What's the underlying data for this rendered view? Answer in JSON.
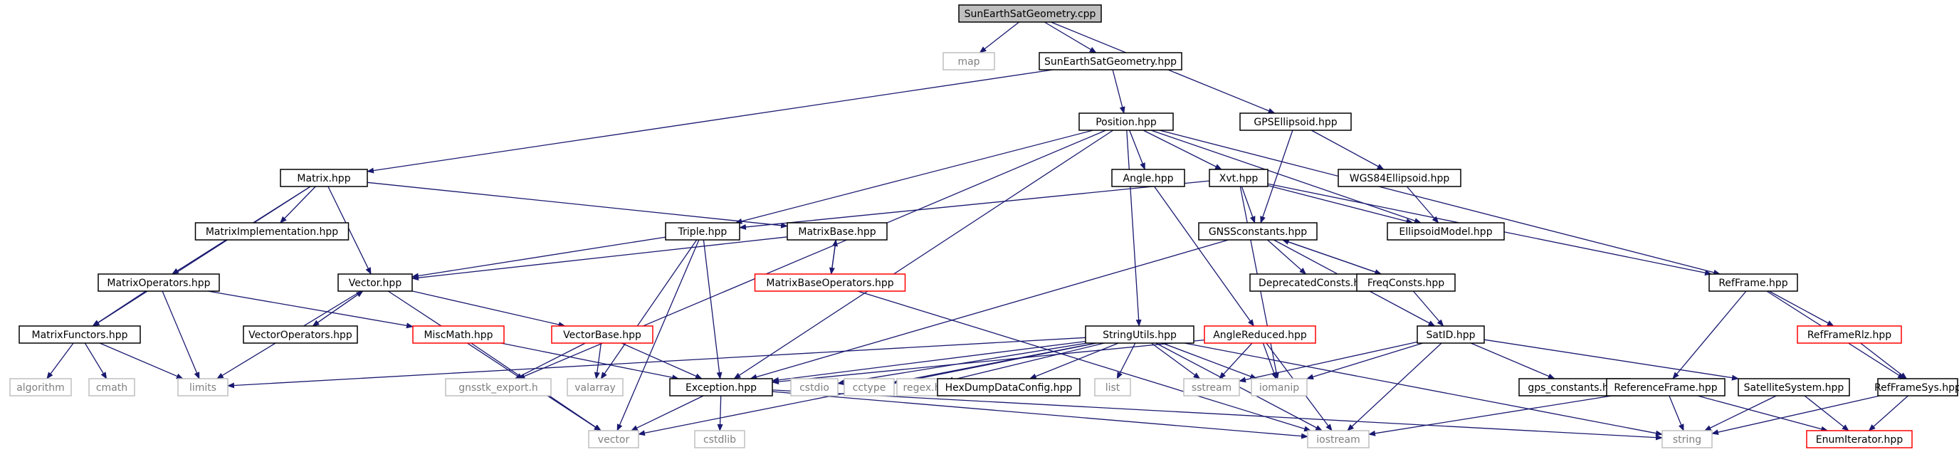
{
  "colors": {
    "edge": "#191970",
    "root_fill": "#bfbfbf",
    "normal_border": "#000000",
    "red_border": "#ff0000",
    "system_border": "#bfbfbf",
    "system_text": "#7f7f7f",
    "text": "#000000"
  },
  "nodes": [
    {
      "id": "root",
      "label": "SunEarthSatGeometry.cpp",
      "style": "root"
    },
    {
      "id": "map",
      "label": "map",
      "style": "system"
    },
    {
      "id": "sesg_hpp",
      "label": "SunEarthSatGeometry.hpp",
      "style": "normal"
    },
    {
      "id": "gpsell",
      "label": "GPSEllipsoid.hpp",
      "style": "normal"
    },
    {
      "id": "position",
      "label": "Position.hpp",
      "style": "normal"
    },
    {
      "id": "matrix",
      "label": "Matrix.hpp",
      "style": "normal"
    },
    {
      "id": "angle",
      "label": "Angle.hpp",
      "style": "normal"
    },
    {
      "id": "xvt",
      "label": "Xvt.hpp",
      "style": "normal"
    },
    {
      "id": "wgs84",
      "label": "WGS84Ellipsoid.hpp",
      "style": "normal"
    },
    {
      "id": "matimpl",
      "label": "MatrixImplementation.hpp",
      "style": "normal"
    },
    {
      "id": "triple",
      "label": "Triple.hpp",
      "style": "normal"
    },
    {
      "id": "matbase",
      "label": "MatrixBase.hpp",
      "style": "normal"
    },
    {
      "id": "gnssconst",
      "label": "GNSSconstants.hpp",
      "style": "normal"
    },
    {
      "id": "ellmodel",
      "label": "EllipsoidModel.hpp",
      "style": "normal"
    },
    {
      "id": "matops",
      "label": "MatrixOperators.hpp",
      "style": "normal"
    },
    {
      "id": "vector",
      "label": "Vector.hpp",
      "style": "normal"
    },
    {
      "id": "matbaseops",
      "label": "MatrixBaseOperators.hpp",
      "style": "red"
    },
    {
      "id": "deprecated",
      "label": "DeprecatedConsts.hpp",
      "style": "normal"
    },
    {
      "id": "freqconsts",
      "label": "FreqConsts.hpp",
      "style": "normal"
    },
    {
      "id": "refframe",
      "label": "RefFrame.hpp",
      "style": "normal"
    },
    {
      "id": "matfunc",
      "label": "MatrixFunctors.hpp",
      "style": "normal"
    },
    {
      "id": "vecops",
      "label": "VectorOperators.hpp",
      "style": "normal"
    },
    {
      "id": "miscmath",
      "label": "MiscMath.hpp",
      "style": "red"
    },
    {
      "id": "vecbase",
      "label": "VectorBase.hpp",
      "style": "red"
    },
    {
      "id": "strutils",
      "label": "StringUtils.hpp",
      "style": "normal"
    },
    {
      "id": "anglered",
      "label": "AngleReduced.hpp",
      "style": "red"
    },
    {
      "id": "satid",
      "label": "SatID.hpp",
      "style": "normal"
    },
    {
      "id": "refframerlz",
      "label": "RefFrameRlz.hpp",
      "style": "red"
    },
    {
      "id": "algorithm",
      "label": "algorithm",
      "style": "system"
    },
    {
      "id": "cmath",
      "label": "cmath",
      "style": "system"
    },
    {
      "id": "limits",
      "label": "limits",
      "style": "system"
    },
    {
      "id": "gnsstk_export",
      "label": "gnsstk_export.h",
      "style": "system"
    },
    {
      "id": "valarray",
      "label": "valarray",
      "style": "system"
    },
    {
      "id": "exception",
      "label": "Exception.hpp",
      "style": "normal"
    },
    {
      "id": "cstdio",
      "label": "cstdio",
      "style": "system"
    },
    {
      "id": "cctype",
      "label": "cctype",
      "style": "system"
    },
    {
      "id": "regex",
      "label": "regex.h",
      "style": "system"
    },
    {
      "id": "hexdump",
      "label": "HexDumpDataConfig.hpp",
      "style": "normal"
    },
    {
      "id": "list",
      "label": "list",
      "style": "system"
    },
    {
      "id": "sstream",
      "label": "sstream",
      "style": "system"
    },
    {
      "id": "iomanip",
      "label": "iomanip",
      "style": "system"
    },
    {
      "id": "gpsconst",
      "label": "gps_constants.hpp",
      "style": "normal"
    },
    {
      "id": "satsys",
      "label": "SatelliteSystem.hpp",
      "style": "normal"
    },
    {
      "id": "refframesys",
      "label": "RefFrameSys.hpp",
      "style": "normal"
    },
    {
      "id": "referenceframe",
      "label": "ReferenceFrame.hpp",
      "style": "normal"
    },
    {
      "id": "vectorstd",
      "label": "vector",
      "style": "system"
    },
    {
      "id": "cstdlib",
      "label": "cstdlib",
      "style": "system"
    },
    {
      "id": "iostream",
      "label": "iostream",
      "style": "system"
    },
    {
      "id": "string",
      "label": "string",
      "style": "system"
    },
    {
      "id": "enumiter",
      "label": "EnumIterator.hpp",
      "style": "red"
    }
  ],
  "edges": [
    [
      "root",
      "map"
    ],
    [
      "root",
      "sesg_hpp"
    ],
    [
      "root",
      "gpsell"
    ],
    [
      "sesg_hpp",
      "position"
    ],
    [
      "sesg_hpp",
      "matrix"
    ],
    [
      "position",
      "triple"
    ],
    [
      "position",
      "angle"
    ],
    [
      "position",
      "xvt"
    ],
    [
      "position",
      "ellmodel"
    ],
    [
      "position",
      "refframe"
    ],
    [
      "position",
      "strutils"
    ],
    [
      "position",
      "exception"
    ],
    [
      "position",
      "gnsstk_export"
    ],
    [
      "gpsell",
      "wgs84"
    ],
    [
      "gpsell",
      "gnssconst"
    ],
    [
      "wgs84",
      "ellmodel"
    ],
    [
      "matrix",
      "matimpl"
    ],
    [
      "matrix",
      "matbase"
    ],
    [
      "matrix",
      "vector"
    ],
    [
      "matrix",
      "matops"
    ],
    [
      "matrix",
      "matfunc"
    ],
    [
      "angle",
      "anglered"
    ],
    [
      "xvt",
      "triple"
    ],
    [
      "xvt",
      "gnssconst"
    ],
    [
      "xvt",
      "ellmodel"
    ],
    [
      "xvt",
      "refframe"
    ],
    [
      "xvt",
      "iomanip"
    ],
    [
      "triple",
      "vector"
    ],
    [
      "triple",
      "valarray"
    ],
    [
      "triple",
      "exception"
    ],
    [
      "triple",
      "vectorstd"
    ],
    [
      "matbase",
      "vector"
    ],
    [
      "matbase",
      "matbaseops"
    ],
    [
      "matbaseops",
      "matbase"
    ],
    [
      "matbaseops",
      "iostream"
    ],
    [
      "gnssconst",
      "deprecated"
    ],
    [
      "gnssconst",
      "freqconsts"
    ],
    [
      "gnssconst",
      "satid"
    ],
    [
      "gnssconst",
      "exception"
    ],
    [
      "freqconsts",
      "gnssconst"
    ],
    [
      "freqconsts",
      "satid"
    ],
    [
      "matops",
      "matfunc"
    ],
    [
      "matops",
      "miscmath"
    ],
    [
      "matops",
      "limits"
    ],
    [
      "vector",
      "vecops"
    ],
    [
      "vecops",
      "vector"
    ],
    [
      "vector",
      "vecbase"
    ],
    [
      "vector",
      "limits"
    ],
    [
      "vector",
      "vectorstd"
    ],
    [
      "matfunc",
      "algorithm"
    ],
    [
      "matfunc",
      "cmath"
    ],
    [
      "matfunc",
      "limits"
    ],
    [
      "miscmath",
      "exception"
    ],
    [
      "miscmath",
      "vectorstd"
    ],
    [
      "vecbase",
      "gnsstk_export"
    ],
    [
      "vecbase",
      "valarray"
    ],
    [
      "vecbase",
      "exception"
    ],
    [
      "strutils",
      "exception"
    ],
    [
      "strutils",
      "limits"
    ],
    [
      "strutils",
      "cstdio"
    ],
    [
      "strutils",
      "cctype"
    ],
    [
      "strutils",
      "regex"
    ],
    [
      "strutils",
      "hexdump"
    ],
    [
      "strutils",
      "list"
    ],
    [
      "strutils",
      "sstream"
    ],
    [
      "strutils",
      "iomanip"
    ],
    [
      "strutils",
      "iostream"
    ],
    [
      "strutils",
      "string"
    ],
    [
      "strutils",
      "vectorstd"
    ],
    [
      "anglered",
      "exception"
    ],
    [
      "anglered",
      "sstream"
    ],
    [
      "anglered",
      "iomanip"
    ],
    [
      "anglered",
      "iostream"
    ],
    [
      "satid",
      "sstream"
    ],
    [
      "satid",
      "iomanip"
    ],
    [
      "satid",
      "gpsconst"
    ],
    [
      "satid",
      "satsys"
    ],
    [
      "satid",
      "iostream"
    ],
    [
      "refframe",
      "refframerlz"
    ],
    [
      "refframe",
      "refframesys"
    ],
    [
      "refframe",
      "referenceframe"
    ],
    [
      "refframerlz",
      "refframesys"
    ],
    [
      "refframesys",
      "string"
    ],
    [
      "refframesys",
      "enumiter"
    ],
    [
      "referenceframe",
      "iostream"
    ],
    [
      "referenceframe",
      "string"
    ],
    [
      "referenceframe",
      "enumiter"
    ],
    [
      "satsys",
      "string"
    ],
    [
      "satsys",
      "enumiter"
    ],
    [
      "exception",
      "vectorstd"
    ],
    [
      "exception",
      "cstdlib"
    ],
    [
      "exception",
      "iostream"
    ],
    [
      "exception",
      "string"
    ]
  ]
}
